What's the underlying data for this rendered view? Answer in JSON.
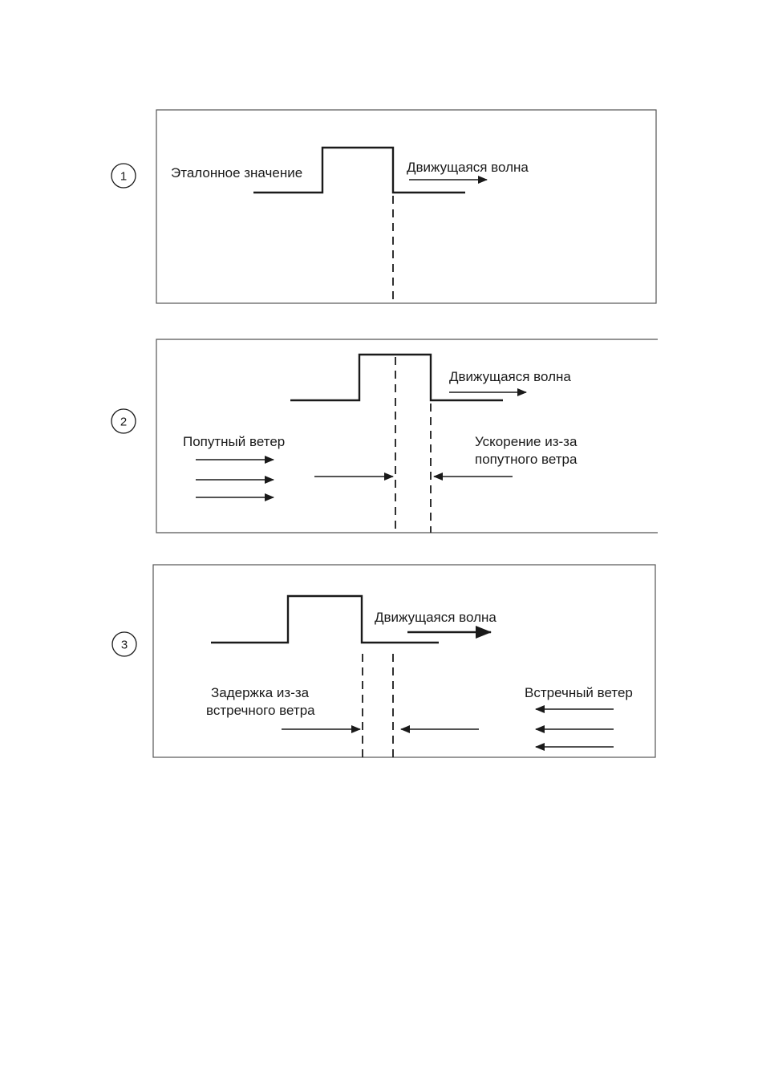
{
  "panels": [
    {
      "number": "1",
      "reference_label": "Эталонное значение",
      "wave_label": "Движущаяся волна"
    },
    {
      "number": "2",
      "wave_label": "Движущаяся волна",
      "wind_label": "Попутный ветер",
      "effect_label_line1": "Ускорение из-за",
      "effect_label_line2": "попутного ветра"
    },
    {
      "number": "3",
      "wave_label": "Движущаяся волна",
      "effect_label_line1": "Задержка из-за",
      "effect_label_line2": "встречного ветра",
      "wind_label": "Встречный ветер"
    }
  ]
}
